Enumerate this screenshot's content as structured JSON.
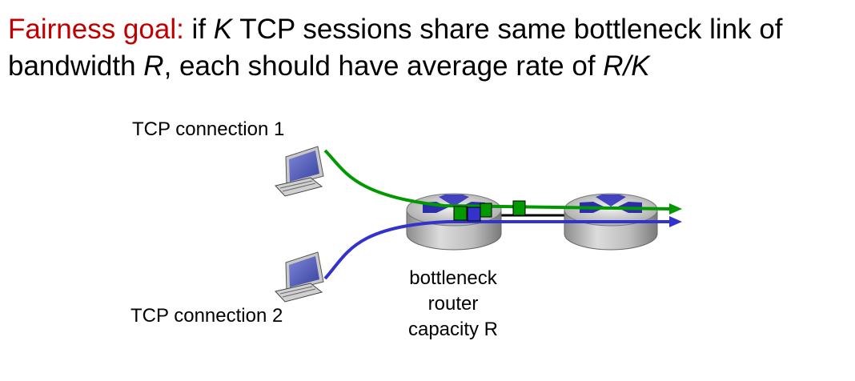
{
  "heading": {
    "goal_label": "Fairness goal:",
    "text_a": " if ",
    "var_k": "K",
    "text_b": " TCP sessions share same bottleneck link of bandwidth ",
    "var_r": "R",
    "text_c": ", each should have average rate of ",
    "ratio": "R/K"
  },
  "diagram": {
    "connection1_label": "TCP connection 1",
    "connection2_label": "TCP connection 2",
    "router_label_lines": [
      "bottleneck",
      "router",
      "capacity R"
    ]
  },
  "colors": {
    "accent": "#c00000",
    "flow1": "#009900",
    "flow2": "#3333cc",
    "router_arrows": "#1a1aa8"
  }
}
